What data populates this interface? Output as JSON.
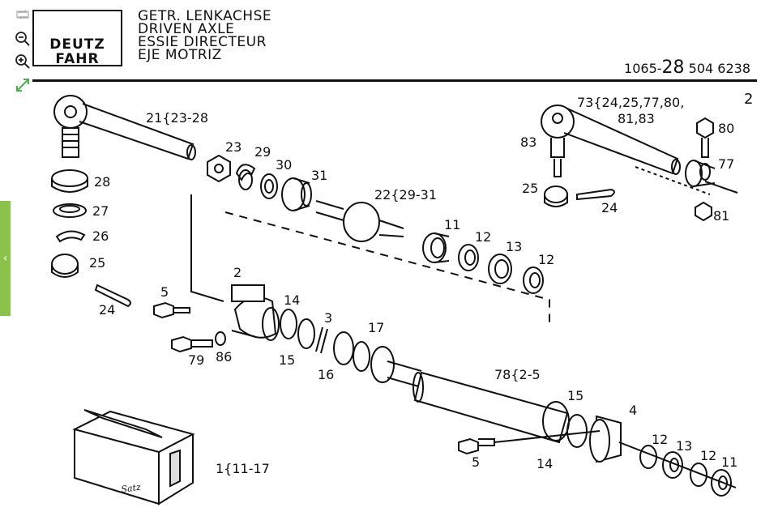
{
  "toolbar": {
    "icons": [
      "repeat-icon",
      "zoom-out-icon",
      "zoom-in-icon",
      "expand-icon"
    ]
  },
  "side_tab": {
    "glyph": "‹"
  },
  "logo": {
    "line1": "DEUTZ",
    "line2": "FAHR"
  },
  "titles": [
    "GETR. LENKACHSE",
    "DRIVEN AXLE",
    "ESSIE DIRECTEUR",
    "EJE MOTRIZ"
  ],
  "reference": {
    "prefix": "1065-",
    "big": "28",
    "part1": "504",
    "part2": "6238"
  },
  "page_number": "2",
  "box_script": "Satz",
  "labels": {
    "l21": "21{23-28",
    "l23": "23",
    "l29": "29",
    "l30": "30",
    "l31": "31",
    "l28": "28",
    "l27": "27",
    "l26": "26",
    "l25": "25",
    "l24": "24",
    "l22": "22{29-31",
    "l11a": "11",
    "l12a": "12",
    "l13a": "13",
    "l12b": "12",
    "l73": "73{24,25,77,80,",
    "l73b": "81,83",
    "l83": "83",
    "l80": "80",
    "l77": "77",
    "l25r": "25",
    "l24r": "24",
    "l81": "81",
    "l2": "2",
    "l5a": "5",
    "l14a": "14",
    "l3": "3",
    "l17": "17",
    "l15a": "15",
    "l16": "16",
    "l79": "79",
    "l86": "86",
    "l78": "78{2-5",
    "l15b": "15",
    "l4": "4",
    "l5b": "5",
    "l14b": "14",
    "l12c": "12",
    "l13b": "13",
    "l12d": "12",
    "l11b": "11",
    "l1": "1{11-17"
  }
}
